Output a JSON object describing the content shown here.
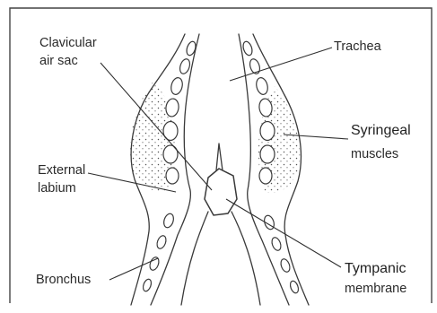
{
  "labels": {
    "clavicular_air_sac_1": "Clavicular",
    "clavicular_air_sac_2": "air sac",
    "trachea": "Trachea",
    "syringeal_muscles_1": "Syringeal",
    "syringeal_muscles_2": "muscles",
    "external_labium_1": "External",
    "external_labium_2": "labium",
    "bronchus": "Bronchus",
    "tympanic_membrane_1": "Tympanic",
    "tympanic_membrane_2": "membrane"
  }
}
